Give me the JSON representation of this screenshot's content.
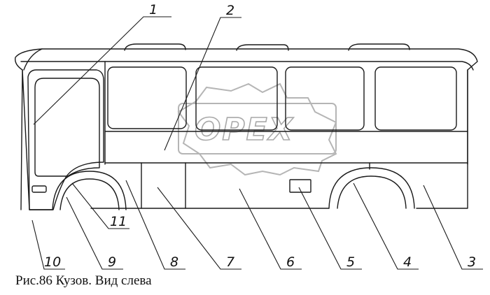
{
  "figure": {
    "caption": "Рис.86 Кузов. Вид слева",
    "watermark_text": "OPEX",
    "callouts": [
      {
        "label": "1"
      },
      {
        "label": "2"
      },
      {
        "label": "3"
      },
      {
        "label": "4"
      },
      {
        "label": "5"
      },
      {
        "label": "6"
      },
      {
        "label": "7"
      },
      {
        "label": "8"
      },
      {
        "label": "9"
      },
      {
        "label": "10"
      },
      {
        "label": "11"
      }
    ]
  },
  "colors": {
    "line": "#1a1a1a",
    "watermark": "#b0b0b0",
    "background": "#ffffff"
  }
}
